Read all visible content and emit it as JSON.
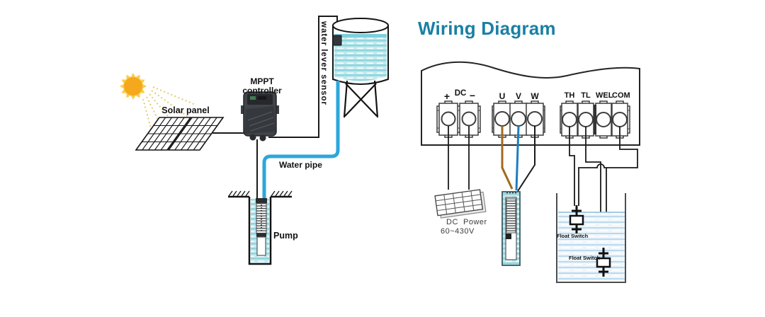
{
  "left": {
    "solar_panel_label": "Solar panel",
    "controller_label": "MPPT controller",
    "sensor_label": "water lever sensor",
    "water_pipe_label": "Water pipe",
    "pump_label": "Pump"
  },
  "right": {
    "title": "Wiring Diagram",
    "dc_terminals": {
      "plus": "+",
      "name": "DC",
      "minus": "−"
    },
    "motor_terminals": [
      "U",
      "V",
      "W"
    ],
    "control_terminals": [
      "TH",
      "TL",
      "WEL",
      "COM"
    ],
    "dc_power_line1": "DC  Power",
    "dc_power_line2": "60~430V",
    "float_switch_upper": "Float Switch",
    "float_switch_lower": "Float Switch"
  },
  "colors": {
    "title_teal": "#1a7fa6",
    "pipe_blue": "#2ba7dc",
    "wire_brown": "#a2691f",
    "wire_blue": "#1d7dc0",
    "sun_core": "#f5a81c",
    "sun_spikes": "#f9cd4e",
    "water_teal": "#8fd5de",
    "water_light": "#bcd9ec",
    "line_dark": "#1a1a1a"
  }
}
